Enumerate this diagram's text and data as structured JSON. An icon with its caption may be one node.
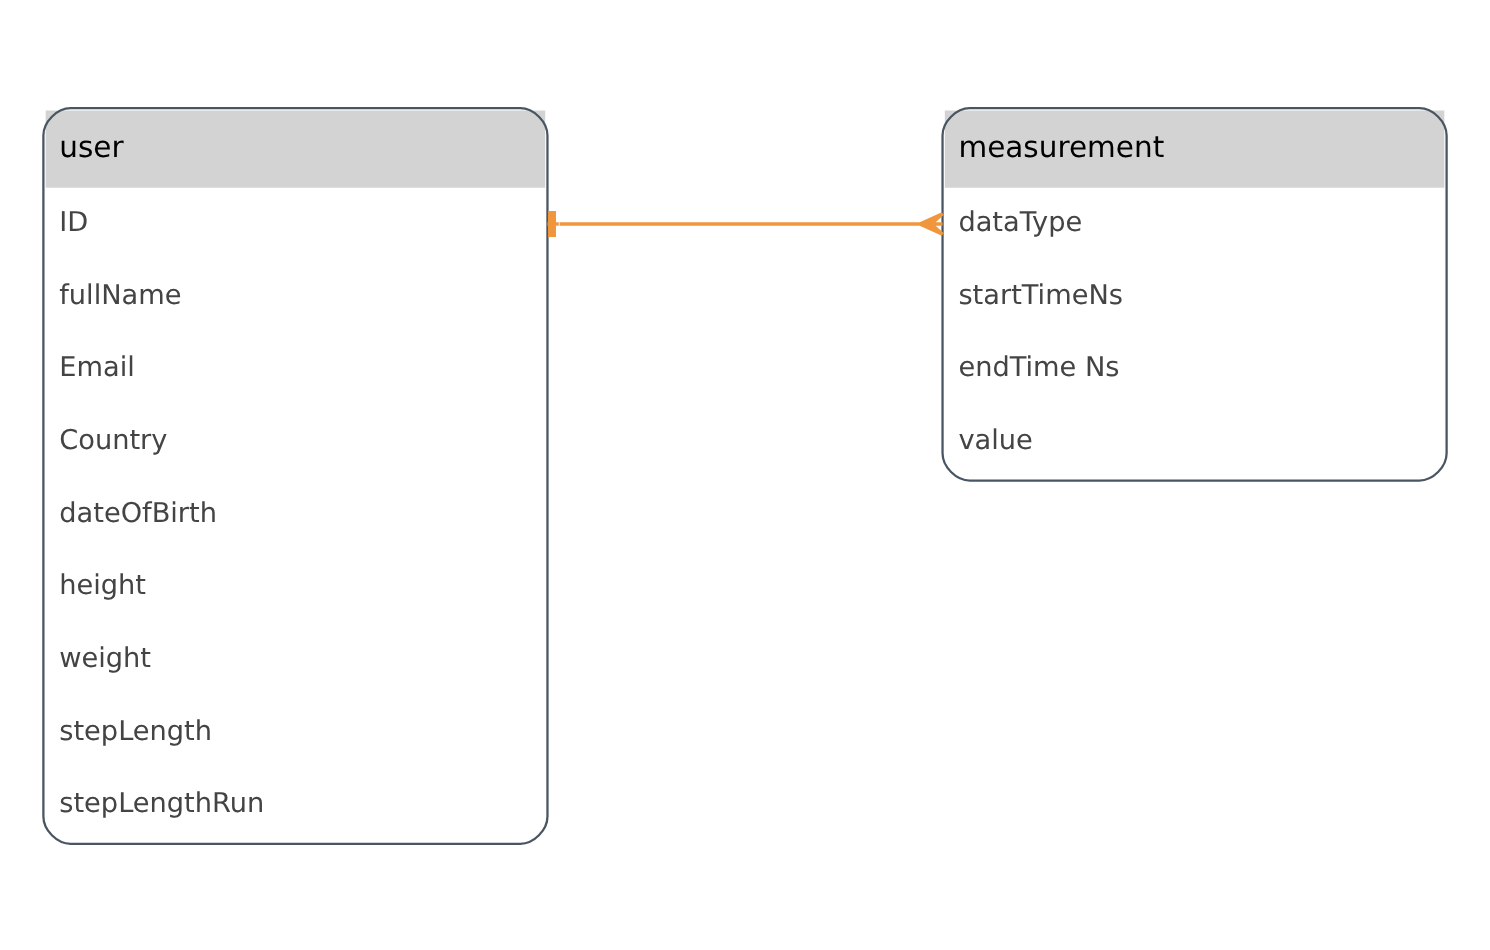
{
  "diagram": {
    "nodes": [
      {
        "text": [
          "user",
          "ID",
          "fullName",
          "Email",
          "Country",
          "dateOfBirth",
          "height",
          "weight",
          "stepLength",
          "stepLengthRun"
        ]
      },
      {
        "text": [
          "measurement",
          "dataType",
          "startTimeNs",
          "endTime Ns",
          "value"
        ]
      }
    ],
    "edges": [
      {
        "from": 0,
        "to": 1,
        "arrow": "other",
        "color": "#f0963c"
      }
    ]
  }
}
